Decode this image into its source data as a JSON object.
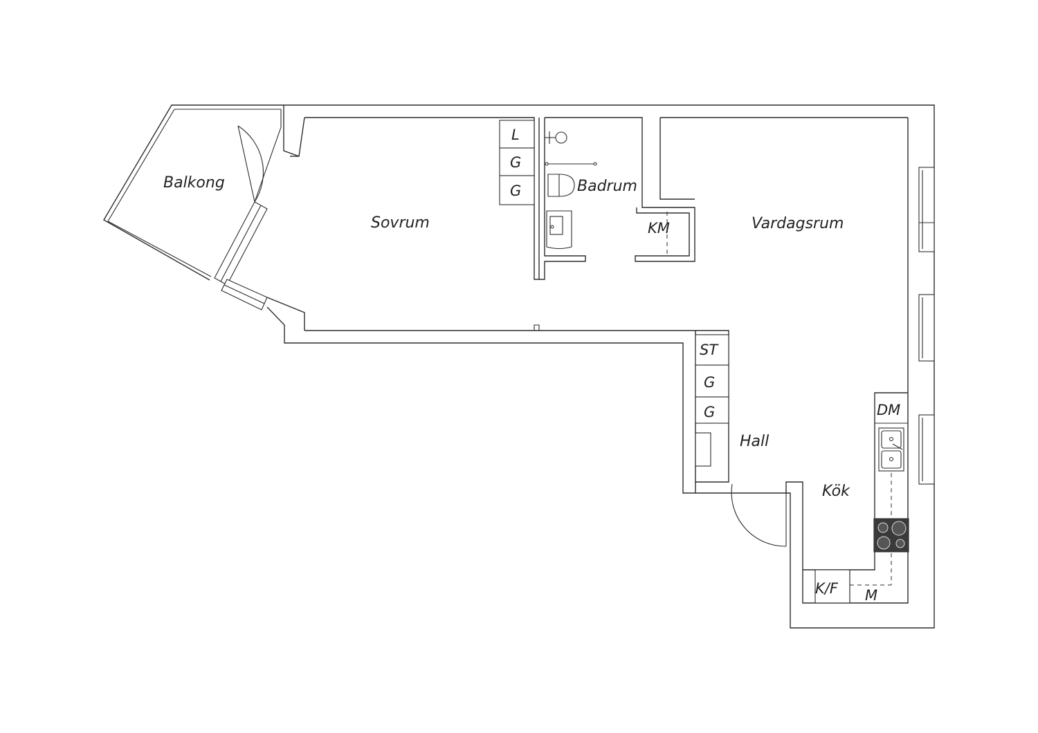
{
  "colors": {
    "line": "#2b2b2b",
    "background": "#ffffff",
    "hob": "#3a3a3a"
  },
  "rooms": {
    "balkong": "Balkong",
    "sovrum": "Sovrum",
    "badrum": "Badrum",
    "vardagsrum": "Vardagsrum",
    "hall": "Hall",
    "kok": "Kök"
  },
  "units": {
    "bath_l": "L",
    "bath_g1": "G",
    "bath_g2": "G",
    "km": "KM",
    "st": "ST",
    "hall_g1": "G",
    "hall_g2": "G",
    "dm": "DM",
    "kf": "K/F",
    "m": "M"
  }
}
